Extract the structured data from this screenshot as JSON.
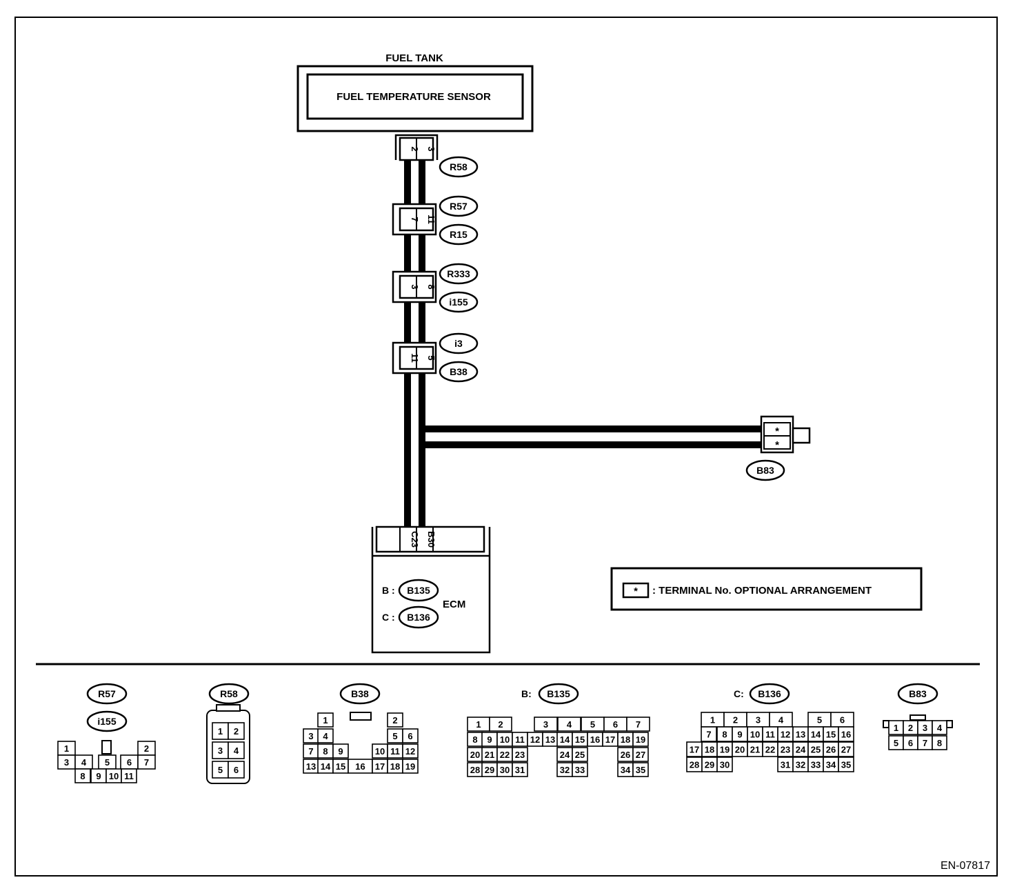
{
  "diagram": {
    "fuel_tank": "FUEL TANK",
    "sensor": "FUEL TEMPERATURE SENSOR",
    "connectors": {
      "r58_pins": [
        "2",
        "3"
      ],
      "r57_pins": [
        "7",
        "11"
      ],
      "r333_pins": [
        "3",
        "8"
      ],
      "i3_pins": [
        "11",
        "5"
      ],
      "b83_pins": [
        "*",
        "*"
      ],
      "ecm_pins": [
        "C23",
        "B30"
      ]
    },
    "tags": {
      "r58": "R58",
      "r57": "R57",
      "r15": "R15",
      "r333": "R333",
      "i155": "i155",
      "i3": "i3",
      "b38": "B38",
      "b83": "B83",
      "b135": "B135",
      "b136": "B136"
    },
    "ecm": {
      "label": "ECM",
      "b_prefix": "B :",
      "c_prefix": "C :"
    },
    "legend": {
      "star": "*",
      "text": ": TERMINAL No. OPTIONAL ARRANGEMENT"
    },
    "code": "EN-07817"
  },
  "connector_views": {
    "r57": {
      "tags": [
        "R57",
        "i155"
      ],
      "pins": [
        "1",
        "2",
        "3",
        "4",
        "5",
        "6",
        "7",
        "8",
        "9",
        "10",
        "11"
      ]
    },
    "r58": {
      "tag": "R58",
      "pins": [
        "1",
        "2",
        "3",
        "4",
        "5",
        "6"
      ]
    },
    "b38": {
      "tag": "B38",
      "pins": [
        "1",
        "2",
        "3",
        "4",
        "5",
        "6",
        "7",
        "8",
        "9",
        "10",
        "11",
        "12",
        "13",
        "14",
        "15",
        "16",
        "17",
        "18",
        "19"
      ]
    },
    "b135": {
      "prefix": "B:",
      "tag": "B135",
      "pins": [
        "1",
        "2",
        "3",
        "4",
        "5",
        "6",
        "7",
        "8",
        "9",
        "10",
        "11",
        "12",
        "13",
        "14",
        "15",
        "16",
        "17",
        "18",
        "19",
        "20",
        "21",
        "22",
        "23",
        "24",
        "25",
        "26",
        "27",
        "28",
        "29",
        "30",
        "31",
        "32",
        "33",
        "34",
        "35"
      ]
    },
    "b136": {
      "prefix": "C:",
      "tag": "B136",
      "pins": [
        "1",
        "2",
        "3",
        "4",
        "5",
        "6",
        "7",
        "8",
        "9",
        "10",
        "11",
        "12",
        "13",
        "14",
        "15",
        "16",
        "17",
        "18",
        "19",
        "20",
        "21",
        "22",
        "23",
        "24",
        "25",
        "26",
        "27",
        "28",
        "29",
        "30",
        "31",
        "32",
        "33",
        "34",
        "35"
      ]
    },
    "b83": {
      "tag": "B83",
      "pins": [
        "1",
        "2",
        "3",
        "4",
        "5",
        "6",
        "7",
        "8"
      ]
    }
  }
}
